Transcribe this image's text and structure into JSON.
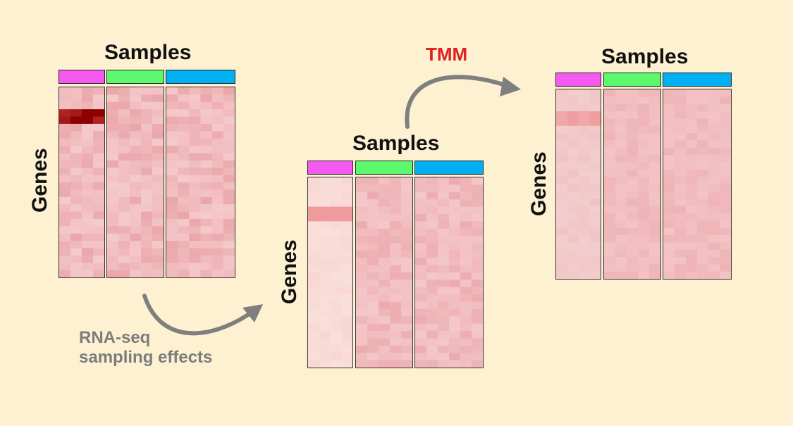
{
  "colors": {
    "background": "#fdf1d1",
    "group1": "#f45af0",
    "group2": "#5cf86e",
    "group3": "#00b0f3",
    "arrow": "#7f7f7f",
    "tmm_label": "#e02020",
    "note_text": "#7d7d7d"
  },
  "panels": [
    {
      "id": "raw",
      "title": "Samples",
      "ylabel": "Genes"
    },
    {
      "id": "sampled",
      "title": "Samples",
      "ylabel": "Genes"
    },
    {
      "id": "normalized",
      "title": "Samples",
      "ylabel": "Genes"
    }
  ],
  "arrows": {
    "sampling_label_line1": "RNA-seq",
    "sampling_label_line2": "sampling effects",
    "tmm_label": "TMM"
  }
}
